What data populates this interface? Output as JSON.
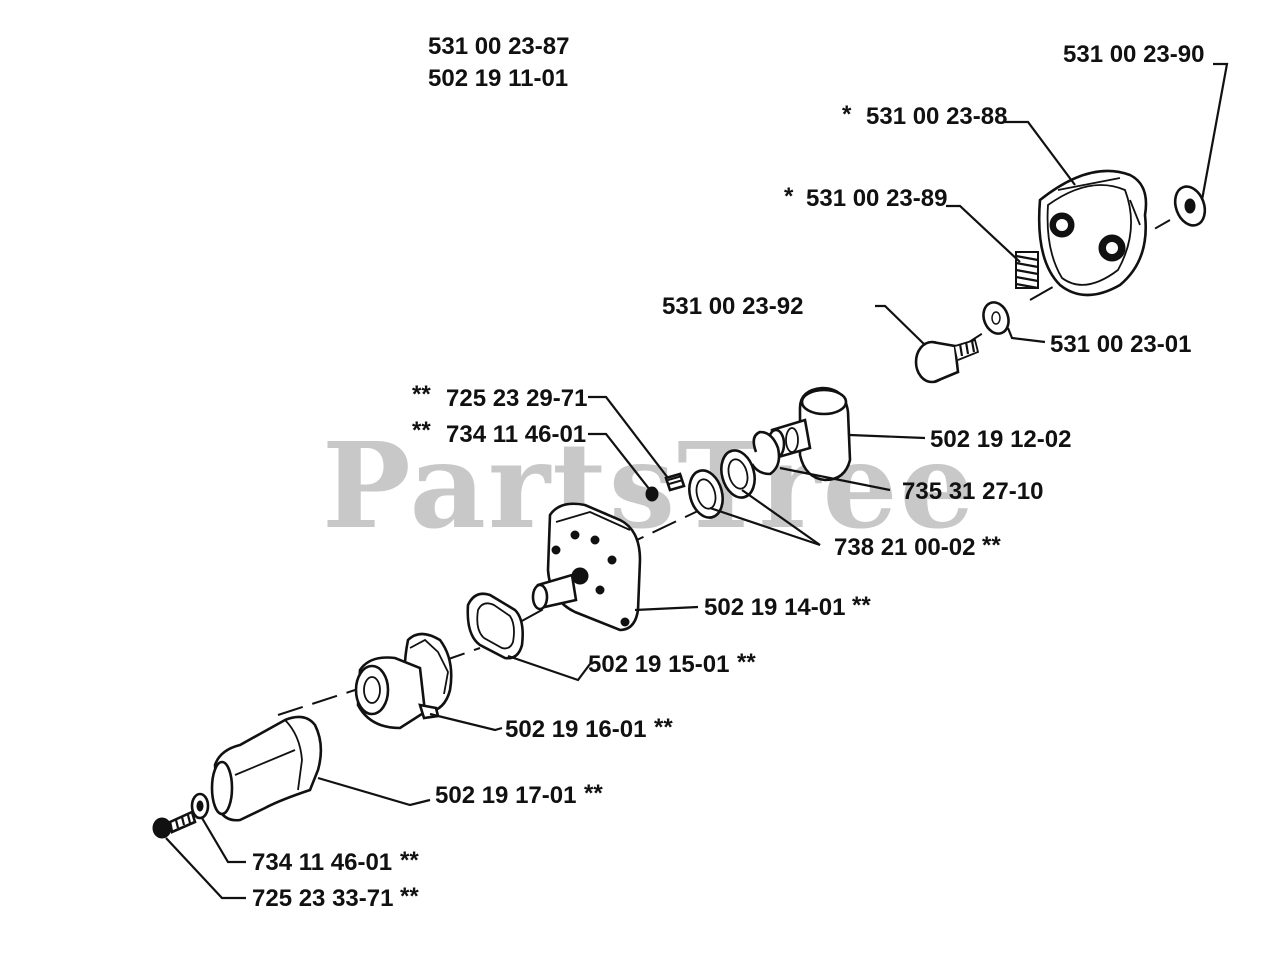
{
  "watermark": {
    "text": "PartsTree",
    "color": "#c8c8c8"
  },
  "header_parts": [
    "531 00 23-87",
    "502 19 11-01"
  ],
  "marker_symbols": {
    "single": "*",
    "double": "**"
  },
  "parts": [
    {
      "id": "p_531_00_23_90",
      "number": "531 00 23-90"
    },
    {
      "id": "p_531_00_23_88",
      "number": "531 00 23-88",
      "marker": "*"
    },
    {
      "id": "p_531_00_23_89",
      "number": "531 00 23-89",
      "marker": "*"
    },
    {
      "id": "p_531_00_23_92",
      "number": "531 00 23-92"
    },
    {
      "id": "p_531_00_23_01",
      "number": "531 00 23-01"
    },
    {
      "id": "p_725_23_29_71",
      "number": "725 23 29-71",
      "marker": "**"
    },
    {
      "id": "p_734_11_46_01_top",
      "number": "734 11 46-01",
      "marker": "**"
    },
    {
      "id": "p_502_19_12_02",
      "number": "502 19 12-02"
    },
    {
      "id": "p_735_31_27_10",
      "number": "735 31 27-10"
    },
    {
      "id": "p_738_21_00_02",
      "number": "738 21 00-02",
      "marker": "**"
    },
    {
      "id": "p_502_19_14_01",
      "number": "502 19 14-01",
      "marker": "**"
    },
    {
      "id": "p_502_19_15_01",
      "number": "502 19 15-01",
      "marker": "**"
    },
    {
      "id": "p_502_19_16_01",
      "number": "502 19 16-01",
      "marker": "**"
    },
    {
      "id": "p_502_19_17_01",
      "number": "502 19 17-01",
      "marker": "**"
    },
    {
      "id": "p_734_11_46_01_bottom",
      "number": "734 11 46-01",
      "marker": "**"
    },
    {
      "id": "p_725_23_33_71",
      "number": "725 23 33-71",
      "marker": "**"
    }
  ]
}
